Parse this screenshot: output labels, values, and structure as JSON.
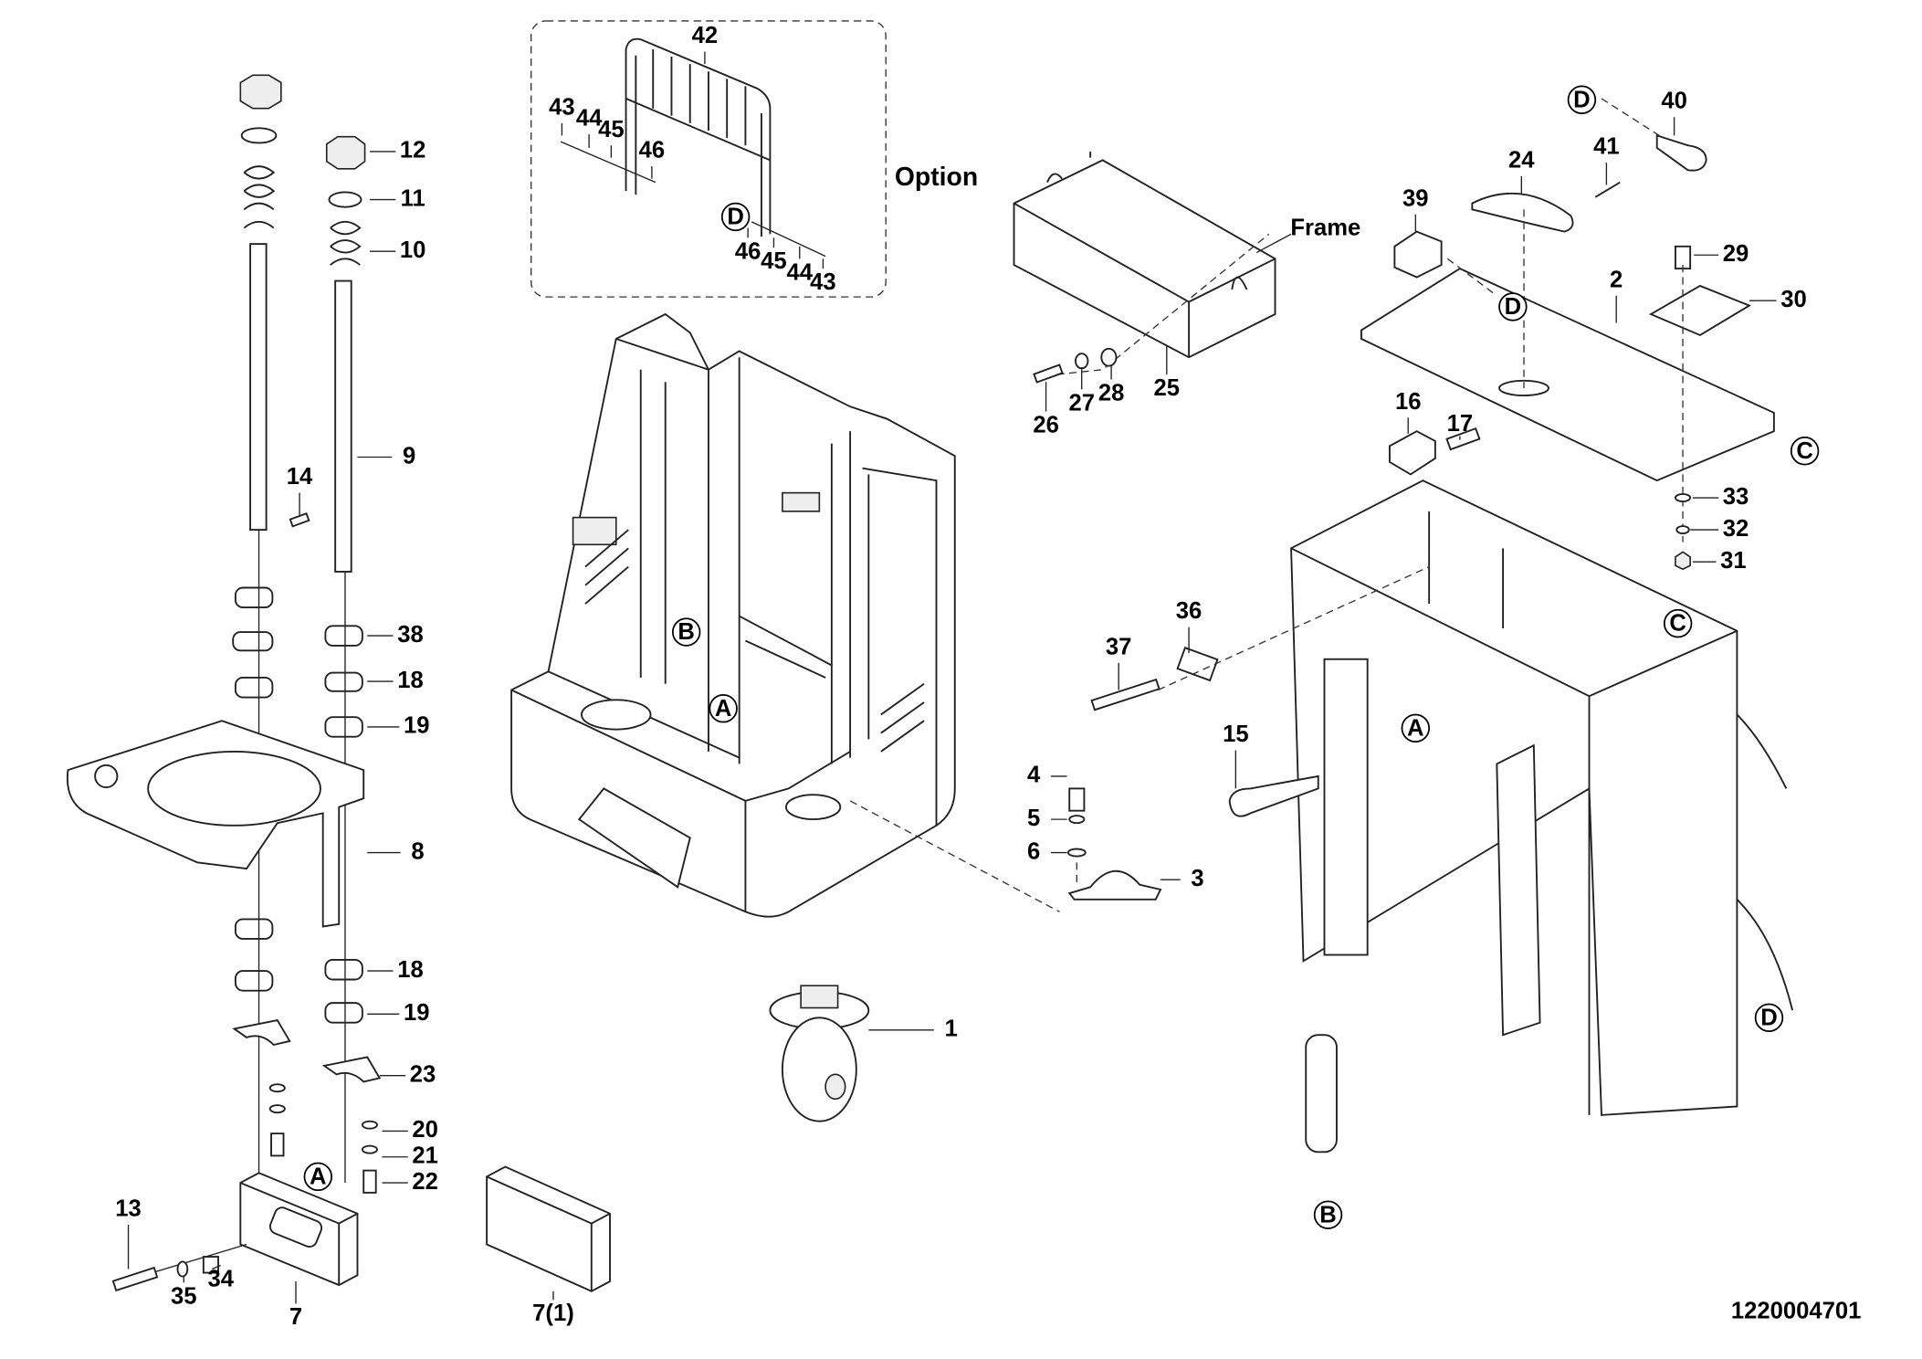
{
  "drawing_number": "1220004701",
  "option_label": "Option",
  "frame_label": "Frame",
  "callouts": [
    "42",
    "43",
    "44",
    "45",
    "46",
    "46",
    "45",
    "44",
    "43",
    "12",
    "11",
    "10",
    "9",
    "14",
    "38",
    "18",
    "19",
    "8",
    "18",
    "19",
    "23",
    "20",
    "21",
    "22",
    "13",
    "35",
    "34",
    "7",
    "7(1)",
    "1",
    "4",
    "5",
    "6",
    "3",
    "26",
    "27",
    "28",
    "25",
    "39",
    "24",
    "41",
    "40",
    "29",
    "2",
    "30",
    "16",
    "17",
    "33",
    "32",
    "31",
    "36",
    "37",
    "15"
  ],
  "reference_markers": [
    "D",
    "A",
    "B",
    "A",
    "D",
    "D",
    "D",
    "C",
    "C",
    "A",
    "D",
    "B"
  ]
}
